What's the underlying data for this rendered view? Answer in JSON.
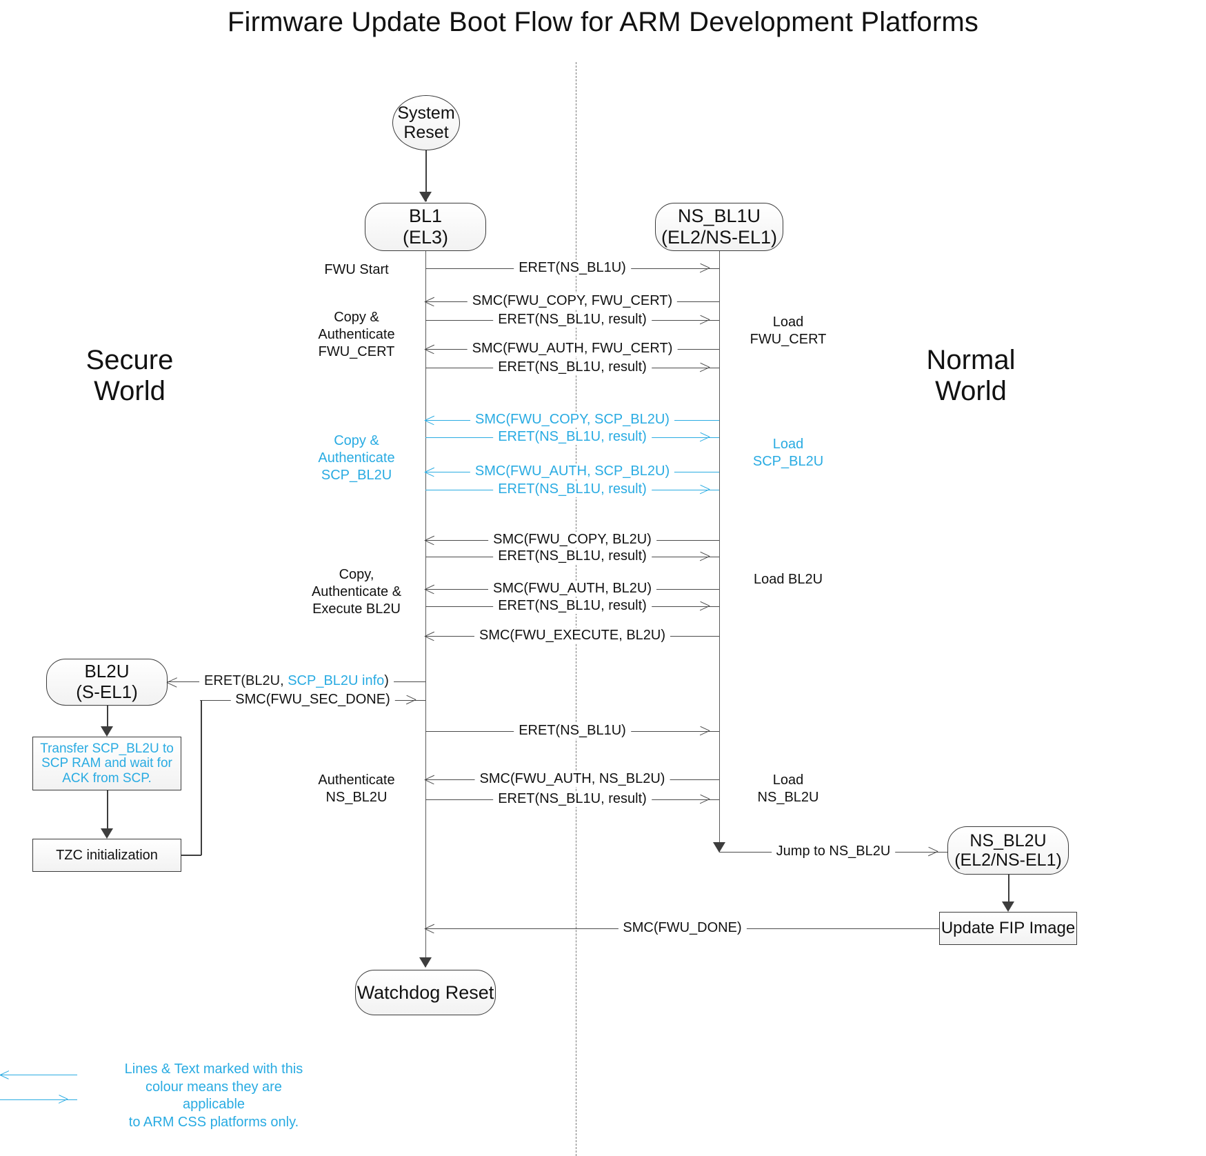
{
  "title": "Firmware Update Boot Flow for ARM Development Platforms",
  "accent_color": "#29ABE2",
  "line_color": "#4a4a4a",
  "worlds": {
    "left": "Secure\nWorld",
    "right": "Normal\nWorld"
  },
  "nodes": {
    "system_reset": "System\nReset",
    "bl1": "BL1\n(EL3)",
    "ns_bl1u": "NS_BL1U\n(EL2/NS-EL1)",
    "bl2u": "BL2U\n(S-EL1)",
    "transfer_scp": "Transfer SCP_BL2U to\nSCP RAM and wait for\nACK from SCP.",
    "tzc_init": "TZC initialization",
    "ns_bl2u": "NS_BL2U\n(EL2/NS-EL1)",
    "update_fip": "Update FIP Image",
    "watchdog_reset": "Watchdog Reset"
  },
  "messages": [
    {
      "id": "m1",
      "label": "ERET(NS_BL1U)",
      "dir": "right",
      "accent": false
    },
    {
      "id": "m2",
      "label": "SMC(FWU_COPY, FWU_CERT)",
      "dir": "left",
      "accent": false
    },
    {
      "id": "m3",
      "label": "ERET(NS_BL1U, result)",
      "dir": "right",
      "accent": false
    },
    {
      "id": "m4",
      "label": "SMC(FWU_AUTH, FWU_CERT)",
      "dir": "left",
      "accent": false
    },
    {
      "id": "m5",
      "label": "ERET(NS_BL1U, result)",
      "dir": "right",
      "accent": false
    },
    {
      "id": "m6",
      "label": "SMC(FWU_COPY, SCP_BL2U)",
      "dir": "left",
      "accent": true
    },
    {
      "id": "m7",
      "label": "ERET(NS_BL1U, result)",
      "dir": "right",
      "accent": true
    },
    {
      "id": "m8",
      "label": "SMC(FWU_AUTH, SCP_BL2U)",
      "dir": "left",
      "accent": true
    },
    {
      "id": "m9",
      "label": "ERET(NS_BL1U, result)",
      "dir": "right",
      "accent": true
    },
    {
      "id": "m10",
      "label": "SMC(FWU_COPY, BL2U)",
      "dir": "left",
      "accent": false
    },
    {
      "id": "m11",
      "label": "ERET(NS_BL1U, result)",
      "dir": "right",
      "accent": false
    },
    {
      "id": "m12",
      "label": "SMC(FWU_AUTH, BL2U)",
      "dir": "left",
      "accent": false
    },
    {
      "id": "m13",
      "label": "ERET(NS_BL1U, result)",
      "dir": "right",
      "accent": false
    },
    {
      "id": "m14",
      "label": "SMC(FWU_EXECUTE, BL2U)",
      "dir": "left",
      "accent": false
    },
    {
      "id": "m15",
      "label": "ERET(NS_BL1U)",
      "dir": "right",
      "accent": false
    },
    {
      "id": "m16",
      "label": "SMC(FWU_AUTH, NS_BL2U)",
      "dir": "left",
      "accent": false
    },
    {
      "id": "m17",
      "label": "ERET(NS_BL1U, result)",
      "dir": "right",
      "accent": false
    },
    {
      "id": "m18",
      "label": "SMC(FWU_DONE)",
      "dir": "left",
      "accent": false
    }
  ],
  "branch_messages": {
    "eret_bl2u_prefix": "ERET(BL2U, ",
    "eret_bl2u_accent": "SCP_BL2U info",
    "eret_bl2u_suffix": ")",
    "smc_fwu_sec_done": "SMC(FWU_SEC_DONE)",
    "jump_to_ns_bl2u": "Jump to NS_BL2U"
  },
  "annotations_left": [
    {
      "id": "a1",
      "text": "FWU Start",
      "accent": false
    },
    {
      "id": "a2",
      "text": "Copy &\nAuthenticate\nFWU_CERT",
      "accent": false
    },
    {
      "id": "a3",
      "text": "Copy &\nAuthenticate\nSCP_BL2U",
      "accent": true
    },
    {
      "id": "a4",
      "text": "Copy,\nAuthenticate &\nExecute BL2U",
      "accent": false
    },
    {
      "id": "a5",
      "text": "Authenticate\nNS_BL2U",
      "accent": false
    }
  ],
  "annotations_right": [
    {
      "id": "b1",
      "text": "Load\nFWU_CERT",
      "accent": false
    },
    {
      "id": "b2",
      "text": "Load\nSCP_BL2U",
      "accent": true
    },
    {
      "id": "b3",
      "text": "Load BL2U",
      "accent": false
    },
    {
      "id": "b4",
      "text": "Load\nNS_BL2U",
      "accent": false
    }
  ],
  "legend": {
    "text": "Lines & Text marked with this\ncolour means they are applicable\nto ARM CSS platforms only."
  }
}
